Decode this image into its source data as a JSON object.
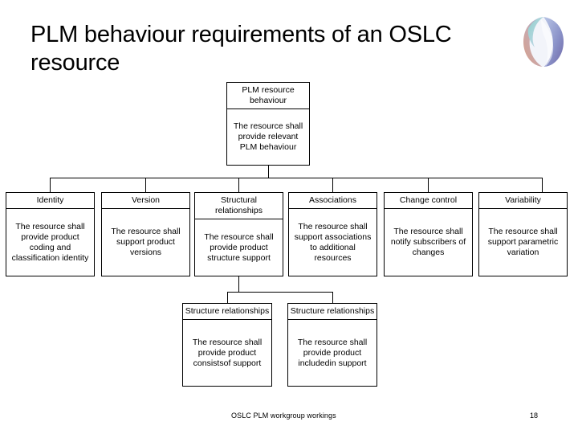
{
  "slide": {
    "title": "PLM behaviour requirements of an OSLC resource",
    "footer_text": "OSLC PLM workgroup workings",
    "page_number": "18",
    "background": "#ffffff",
    "line_color": "#000000",
    "text_color": "#000000"
  },
  "logo": {
    "name": "oslc-sphere-logo",
    "colors": {
      "teal": "#7fc8c4",
      "blue": "#8d9fd4",
      "purple": "#6e63a8",
      "salmon": "#dba08a",
      "light": "#eceef7"
    }
  },
  "diagram": {
    "type": "tree",
    "root": {
      "header": "PLM resource behaviour",
      "body": "The resource shall provide relevant PLM behaviour"
    },
    "children": [
      {
        "header": "Identity",
        "body": "The resource shall provide product coding and classification identity"
      },
      {
        "header": "Version",
        "body": "The resource shall support product versions"
      },
      {
        "header": "Structural relationships",
        "body": "The resource shall provide product structure support"
      },
      {
        "header": "Associations",
        "body": "The resource shall support associations to additional resources"
      },
      {
        "header": "Change control",
        "body": "The resource shall notify subscribers of changes"
      },
      {
        "header": "Variability",
        "body": "The resource shall support parametric variation"
      }
    ],
    "grandchildren": [
      {
        "header": "Structure relationships",
        "body": "The resource shall provide product consistsof support"
      },
      {
        "header": "Structure relationships",
        "body": "The resource shall provide product includedin support"
      }
    ]
  }
}
